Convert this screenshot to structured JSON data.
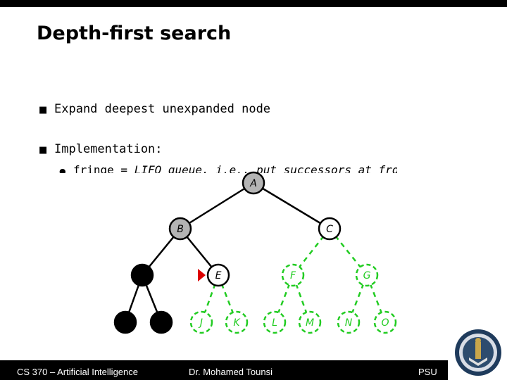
{
  "slide": {
    "title": "Depth-first search",
    "bullets": [
      "Expand deepest unexpanded node",
      "Implementation:"
    ],
    "sub_bullet": {
      "prefix": "fringe = ",
      "italic": "LIFO queue, i.e., put successors at front"
    }
  },
  "tree": {
    "nodes": [
      {
        "id": "A",
        "label": "A",
        "state": "visited"
      },
      {
        "id": "B",
        "label": "B",
        "state": "visited"
      },
      {
        "id": "C",
        "label": "C",
        "state": "fringe"
      },
      {
        "id": "D",
        "label": "",
        "state": "removed"
      },
      {
        "id": "E",
        "label": "E",
        "state": "current"
      },
      {
        "id": "F",
        "label": "F",
        "state": "unexplored"
      },
      {
        "id": "G",
        "label": "G",
        "state": "unexplored"
      },
      {
        "id": "H",
        "label": "",
        "state": "removed"
      },
      {
        "id": "I",
        "label": "",
        "state": "removed"
      },
      {
        "id": "J",
        "label": "J",
        "state": "unexplored"
      },
      {
        "id": "K",
        "label": "K",
        "state": "unexplored"
      },
      {
        "id": "L",
        "label": "L",
        "state": "unexplored"
      },
      {
        "id": "M",
        "label": "M",
        "state": "unexplored"
      },
      {
        "id": "N",
        "label": "N",
        "state": "unexplored"
      },
      {
        "id": "O",
        "label": "O",
        "state": "unexplored"
      }
    ],
    "edges": [
      [
        "A",
        "B"
      ],
      [
        "A",
        "C"
      ],
      [
        "B",
        "D"
      ],
      [
        "B",
        "E"
      ],
      [
        "C",
        "F"
      ],
      [
        "C",
        "G"
      ],
      [
        "D",
        "H"
      ],
      [
        "D",
        "I"
      ],
      [
        "E",
        "J"
      ],
      [
        "E",
        "K"
      ],
      [
        "F",
        "L"
      ],
      [
        "F",
        "M"
      ],
      [
        "G",
        "N"
      ],
      [
        "G",
        "O"
      ]
    ],
    "colors": {
      "visited": "#b4b4b4",
      "removed": "#000000",
      "unexplored": "#22cc22",
      "pointer": "#dd0000",
      "fringe": "#ffffff"
    }
  },
  "footer": {
    "course": "CS 370 – Artificial Intelligence",
    "instructor": "Dr. Mohamed Tounsi",
    "institution": "PSU"
  }
}
